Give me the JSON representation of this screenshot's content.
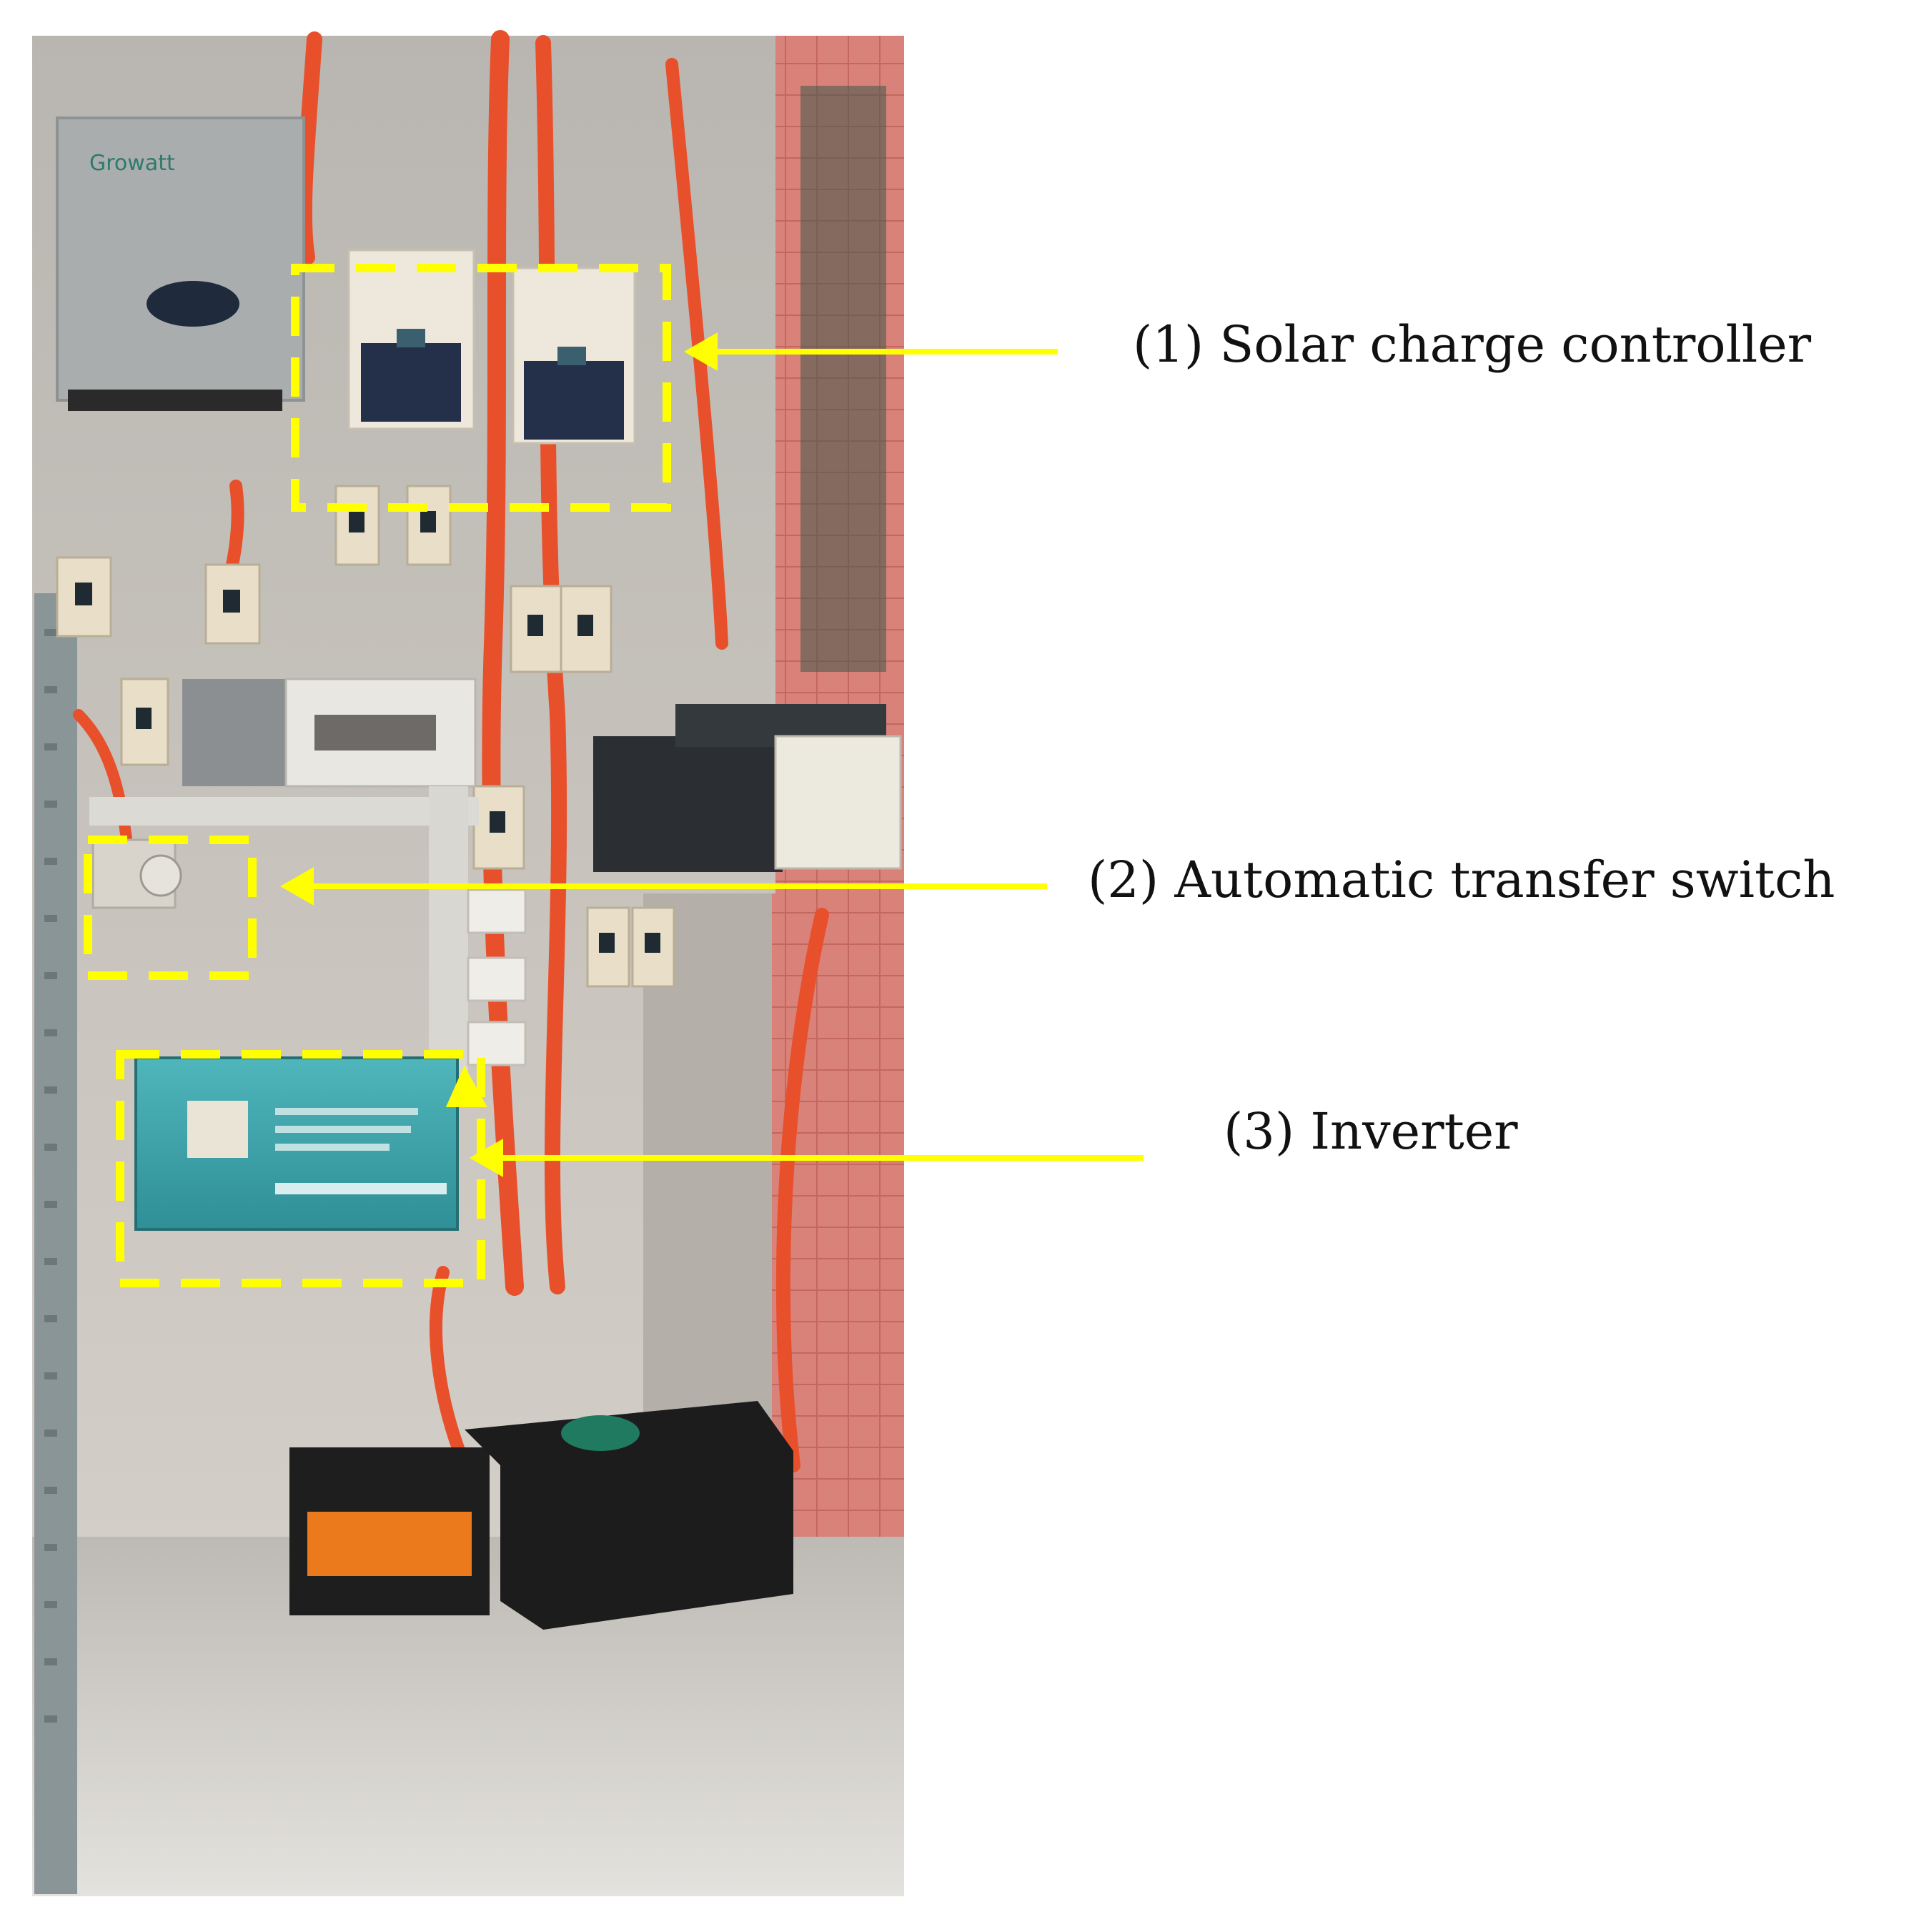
{
  "figure": {
    "callouts": [
      {
        "number": "(1)",
        "text": "Solar charge controller",
        "full": "(1) Solar charge controller"
      },
      {
        "number": "(2)",
        "text": "Automatic transfer switch",
        "full": "(2) Automatic transfer switch"
      },
      {
        "number": "(3)",
        "text": "Inverter",
        "full": "(3) Inverter"
      }
    ],
    "photo_text": {
      "inverter_brand": "Growatt"
    },
    "colors": {
      "highlight": "#ffff00",
      "wall": "#c9c4bd",
      "tiles": "#d97a72",
      "cable": "#e8502c",
      "inverter_case": "#3aa3a9"
    }
  }
}
